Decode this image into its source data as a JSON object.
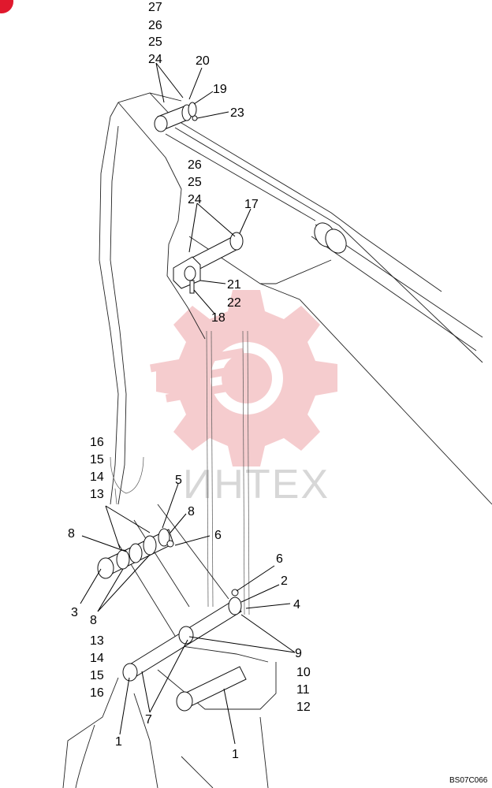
{
  "colors": {
    "badge": "#e0182d",
    "watermark_gear": "#f4c7c9",
    "watermark_text": "#d7d7d7",
    "line": "#222222"
  },
  "watermark": {
    "icon": "gear-wrench-icon",
    "text": "ИНТЕХ"
  },
  "drawing_code": "BS07C066",
  "callouts": {
    "top_stack": [
      "27",
      "26",
      "25",
      "24"
    ],
    "top_right": [
      "20",
      "19",
      "23"
    ],
    "mid_stack": [
      "26",
      "25",
      "24"
    ],
    "mid_pin": "17",
    "mid_bolt": [
      "21",
      "22",
      "18"
    ],
    "upper_left_stack": [
      "16",
      "15",
      "14",
      "13"
    ],
    "group_upper": [
      "5",
      "8",
      "6",
      "8",
      "3",
      "8"
    ],
    "lower_left_stack": [
      "13",
      "14",
      "15",
      "16"
    ],
    "lower_right": [
      "6",
      "2",
      "4",
      "9",
      "10",
      "11",
      "12"
    ],
    "bottom": [
      "1",
      "7",
      "1"
    ]
  }
}
